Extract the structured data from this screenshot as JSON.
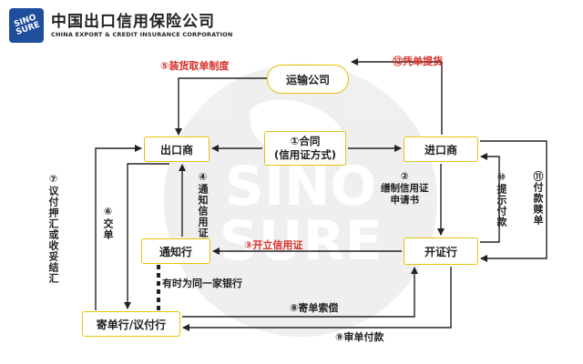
{
  "header": {
    "logo_text_line1": "SINO",
    "logo_text_line2": "SURE",
    "company_cn": "中国出口信用保险公司",
    "company_en": "CHINA EXPORT & CREDIT INSURANCE CORPORATION"
  },
  "watermark": {
    "line1": "SINO",
    "line2": "SURE"
  },
  "nodes": {
    "shipping": "运输公司",
    "exporter": "出口商",
    "contract_line1": "①合同",
    "contract_line2": "(信用证方式)",
    "importer": "进口商",
    "advising": "通知行",
    "issuing": "开证行",
    "negotiating": "寄单行/议付行"
  },
  "edges": {
    "step5": "⑤装货取单制度",
    "step12": "⑫凭单提货",
    "step2_line1": "②",
    "step2_line2": "缮制信用证",
    "step2_line3": "申请书",
    "step3": "③开立信用证",
    "step4": "④通知信用证",
    "step6": "⑥交单",
    "step7": "⑦议付押汇或收妥结汇",
    "step8": "⑧寄单索偿",
    "step9": "⑨审单付款",
    "step10": "⑩提示付款",
    "step11": "⑪付款赎单",
    "same_bank_note": "有时为同一家银行"
  },
  "colors": {
    "accent_red": "#d6302a",
    "node_border": "#e8c20a",
    "logo_blue": "#1f4e9c",
    "line": "#222222"
  }
}
